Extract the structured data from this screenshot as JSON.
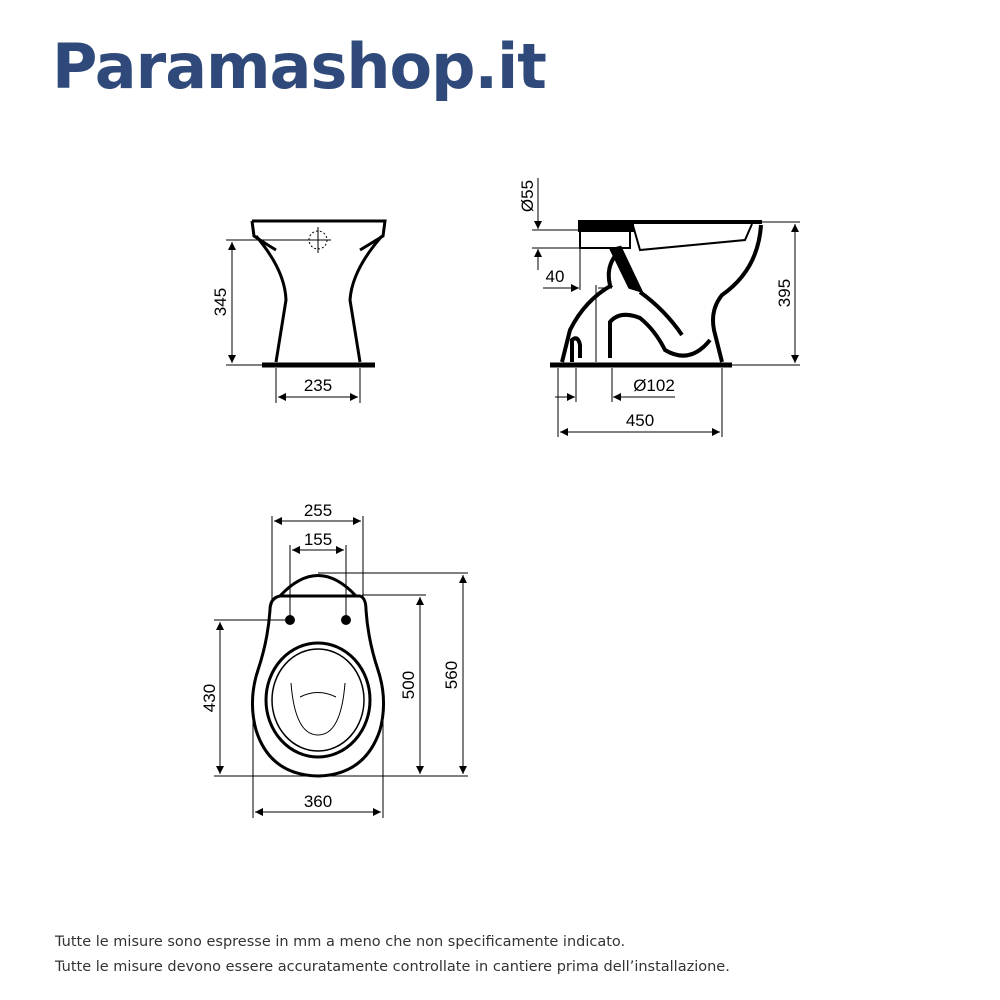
{
  "brand": {
    "logo_text": "Paramashop.it",
    "color": "#2f4a7a"
  },
  "front_view": {
    "height": "345",
    "base_width": "235"
  },
  "side_view": {
    "outlet_diameter": "Ø55",
    "outlet_offset": "40",
    "height": "395",
    "drain_diameter": "Ø102",
    "length": "450"
  },
  "top_view": {
    "width_rear": "255",
    "hole_spacing": "155",
    "depth_to_holes": "430",
    "depth_bowl": "500",
    "depth_total": "560",
    "width": "360"
  },
  "notes": [
    "Tutte le misure sono espresse in mm a meno che non specificamente indicato.",
    "Tutte le misure devono essere accuratamente controllate in cantiere prima dell’installazione."
  ]
}
